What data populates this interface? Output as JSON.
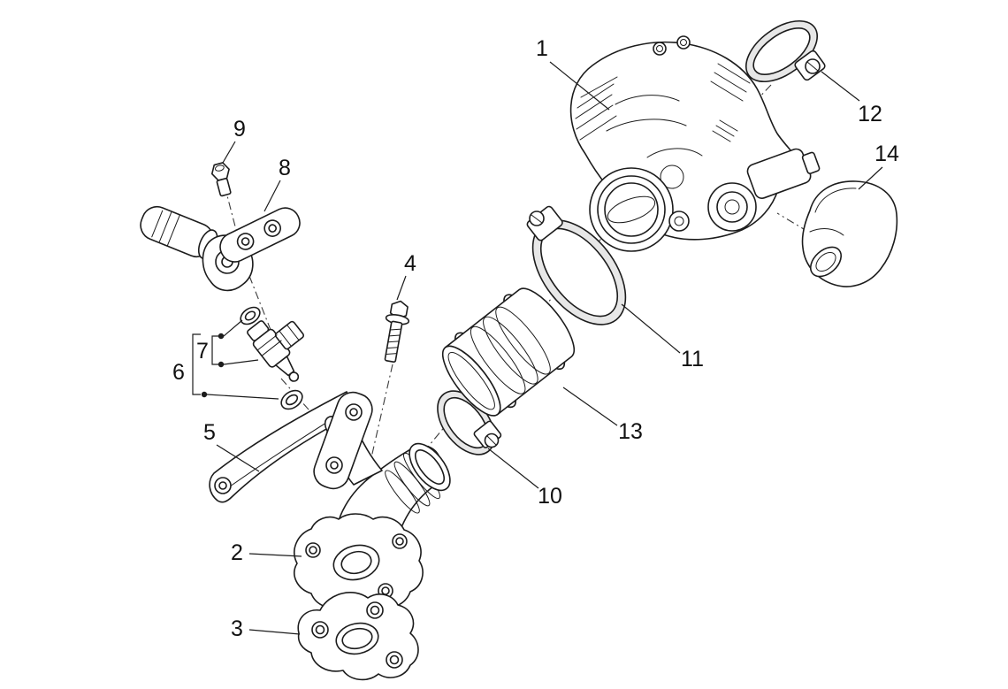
{
  "page": {
    "background": "#ffffff",
    "line_color": "#1c1c1c"
  },
  "diagram": {
    "callouts": [
      {
        "label": "1"
      },
      {
        "label": "2"
      },
      {
        "label": "3"
      },
      {
        "label": "4"
      },
      {
        "label": "5"
      },
      {
        "label": "6"
      },
      {
        "label": "7"
      },
      {
        "label": "8"
      },
      {
        "label": "9"
      },
      {
        "label": "10"
      },
      {
        "label": "11"
      },
      {
        "label": "12"
      },
      {
        "label": "13"
      },
      {
        "label": "14"
      }
    ]
  }
}
